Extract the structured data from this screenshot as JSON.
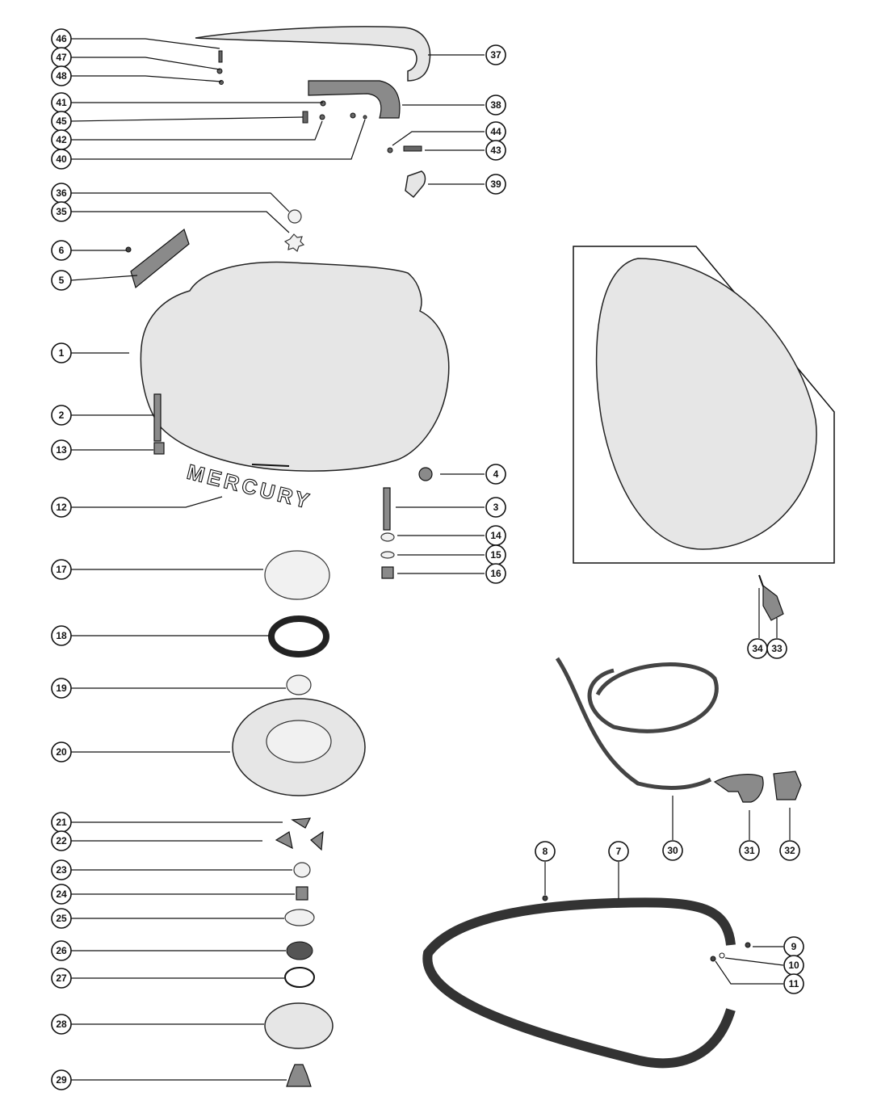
{
  "diagram": {
    "brand_text": "MERCURY",
    "callouts": [
      "46",
      "47",
      "48",
      "41",
      "45",
      "42",
      "40",
      "36",
      "35",
      "6",
      "5",
      "1",
      "2",
      "13",
      "12",
      "17",
      "18",
      "19",
      "20",
      "21",
      "22",
      "23",
      "24",
      "25",
      "26",
      "27",
      "28",
      "29",
      "37",
      "38",
      "44",
      "43",
      "39",
      "4",
      "3",
      "14",
      "15",
      "16",
      "34",
      "33",
      "30",
      "31",
      "32",
      "8",
      "7",
      "9",
      "10",
      "11"
    ]
  }
}
